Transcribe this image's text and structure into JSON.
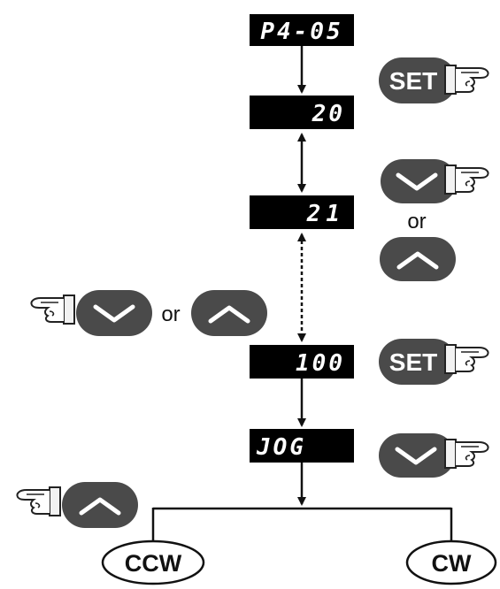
{
  "displays": {
    "param": "P4-05",
    "value_20": "20",
    "value_21": "21",
    "value_100": "100",
    "jog": "JOG"
  },
  "buttons": {
    "set_label": "SET"
  },
  "text": {
    "or": "or"
  },
  "outputs": {
    "ccw": "CCW",
    "cw": "CW"
  },
  "colors": {
    "display_bg": "#000000",
    "button_bg": "#4a4a4a",
    "line": "#111111"
  }
}
